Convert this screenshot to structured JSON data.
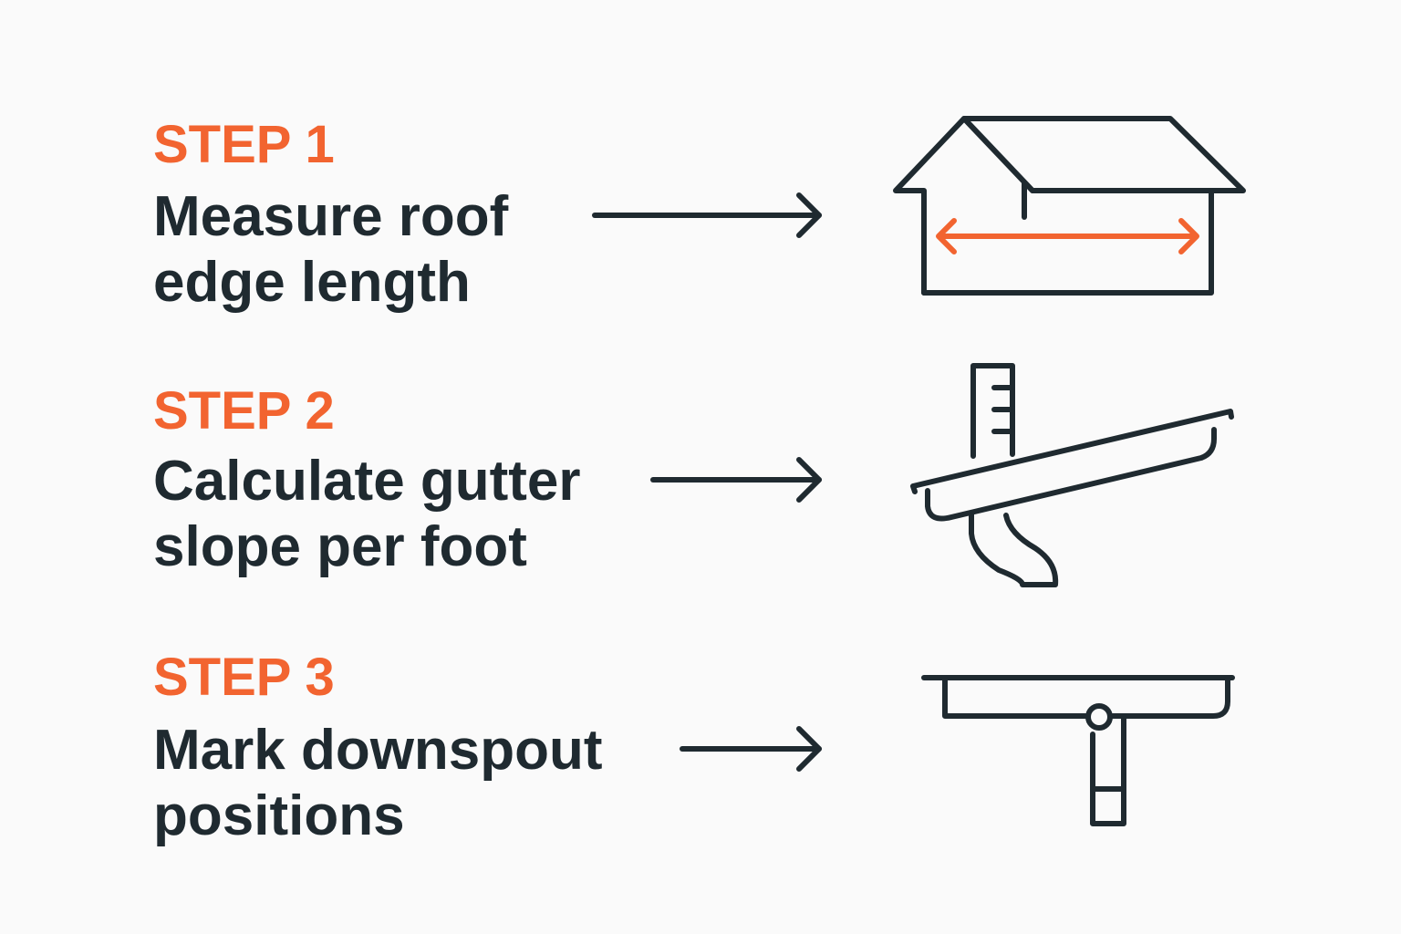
{
  "colors": {
    "accent": "#f26430",
    "text": "#1f2a30",
    "background": "#fafafa"
  },
  "steps": [
    {
      "label": "STEP 1",
      "lines": [
        "Measure roof",
        "edge length"
      ],
      "icon": "house-measure-icon"
    },
    {
      "label": "STEP 2",
      "lines": [
        "Calculate gutter",
        "slope per foot"
      ],
      "icon": "gutter-slope-icon"
    },
    {
      "label": "STEP 3",
      "lines": [
        "Mark downspout",
        "positions"
      ],
      "icon": "downspout-icon"
    }
  ]
}
